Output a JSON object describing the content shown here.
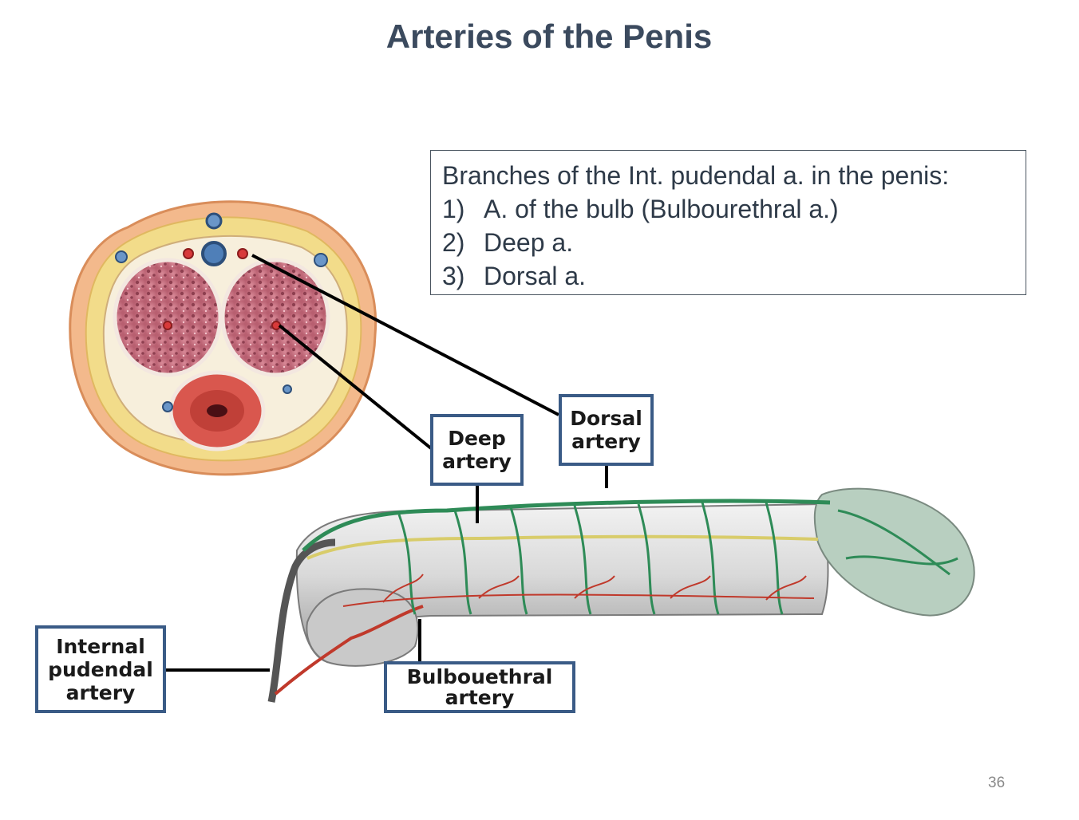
{
  "slide": {
    "title": "Arteries of the Penis",
    "page_number": "36"
  },
  "info_box": {
    "heading": "Branches of the Int. pudendal a. in the penis:",
    "items": [
      {
        "num": "1)",
        "text": "A. of the bulb (Bulbourethral a.)"
      },
      {
        "num": "2)",
        "text": "Deep a."
      },
      {
        "num": "3)",
        "text": "Dorsal a."
      }
    ]
  },
  "labels": {
    "deep": [
      "Deep",
      "artery"
    ],
    "dorsal": [
      "Dorsal",
      "artery"
    ],
    "internal": [
      "Internal",
      "pudendal",
      "artery"
    ],
    "bulbo": [
      "Bulbouethral",
      "artery"
    ]
  },
  "colors": {
    "title": "#3b4a5e",
    "label_border": "#3a5b86",
    "artery_red": "#c0392b",
    "vessel_green": "#2e8b57",
    "nerve_yellow": "#d8cc6a"
  }
}
